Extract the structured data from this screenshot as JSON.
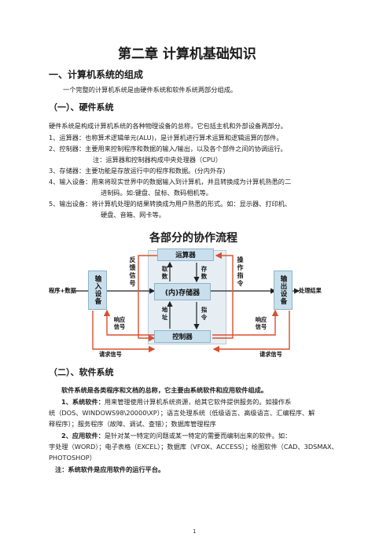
{
  "doc": {
    "title": "第二章    计算机基础知识",
    "section1": {
      "heading": "一、计算机系统的组成",
      "intro": "一个完整的计算机系统是由硬件系统和软件系统两部分组成。",
      "sub": "（一）、硬件系统",
      "desc": "硬件系统是构成计算机系统的各种物理设备的总称，它包括主机和外部设备两部分。",
      "items": [
        "1、运算器：也称算术逻辑单元(ALU)，是计算机进行算术运算和逻辑运算的部件。",
        "2、控制器：主要用来控制程序和数据的输入/输出，以及各个部件之间的协调运行。",
        "注：运算器和控制器构成中央处理器（CPU）",
        "3、存储器：主要功能是存放运行中的程序和数据。(分内外存)",
        "4、输入设备：用来将现实世界中的数据输入到计算机，并且转换成为计算机熟悉的二",
        "进制码。如:键盘、鼠标、数码相机等。",
        "5、输出设备：将计算机处理的结果转换成为用户熟悉的形式。如：显示器、打印机、",
        "硬盘、音箱、网卡等。"
      ]
    },
    "diagram": {
      "title": "各部分的协作流程",
      "alu": "运算器",
      "memory": "(内)存储器",
      "controller": "控制器",
      "input": "输入设备",
      "output": "输出设备",
      "program_data": "程序+数据",
      "result": "处理结果",
      "feedback": "反馈信号",
      "operation": "操作指令",
      "fetch": "取数",
      "store": "存数",
      "address": "地址",
      "instruction": "指令",
      "resp_left": "响应信号",
      "resp_right": "响应信号",
      "req_left": "请求信号",
      "req_right": "请求信号"
    },
    "section2": {
      "sub": "（二）、软件系统",
      "lead": "软件系统是各类程序和文档的总称，它主要由系统软件和应用软件组成。",
      "sys_label": "1、系统软件：",
      "sys_text1": "用来管理使用计算机系统资源，给其它软件提供服务的。如操作系",
      "sys_text2": "统（DOS、WINDOWS98\\20000\\XP）；语言处理系统（低级语言、高级语言、汇编程序、解",
      "sys_text3": "释程序）；服务程序（故障、调试、查错）；数据库管理程序",
      "app_label": "2、应用软件：",
      "app_text1": "是针对某一特定的问题或某一特定的需要而编制出来的软件。如：",
      "app_text2": "字处理（WORD）；电子表格（EXCEL）；数据库（VFOX、ACCESS）；绘图软件（CAD、3DSMAX、",
      "app_text3": "PHOTOSHOP）",
      "note": "注：系统软件是应用软件的运行平台。"
    },
    "page_number": "1",
    "colors": {
      "box_fill": "#c9dfec",
      "arrow_black": "#222222",
      "arrow_red": "#d9502f"
    }
  }
}
